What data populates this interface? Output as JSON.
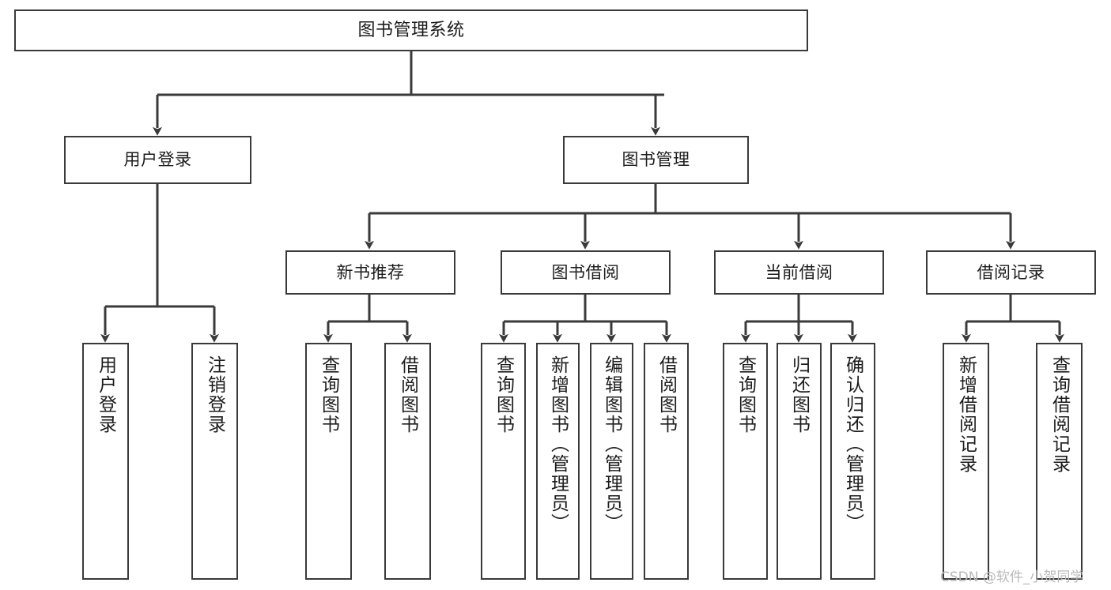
{
  "diagram": {
    "title": "图书管理系统",
    "type": "tree-hierarchy",
    "background_color": "#ffffff",
    "line_color": "#3a3a3a",
    "text_color": "#1c1c1c",
    "watermark": "CSDN @软件_小贺同学"
  },
  "nodes": {
    "root": {
      "label": "图书管理系统"
    },
    "level1": [
      {
        "label": "用户登录"
      },
      {
        "label": "图书管理"
      }
    ],
    "level2": [
      {
        "label": "新书推荐"
      },
      {
        "label": "图书借阅"
      },
      {
        "label": "当前借阅"
      },
      {
        "label": "借阅记录"
      }
    ],
    "leaves_user_login": [
      {
        "label": "用户登录"
      },
      {
        "label": "注销登录"
      }
    ],
    "leaves_new_book": [
      {
        "label": "查询图书"
      },
      {
        "label": "借阅图书"
      }
    ],
    "leaves_borrow": [
      {
        "label": "查询图书"
      },
      {
        "label": "新增图书（管理员）"
      },
      {
        "label": "编辑图书（管理员）"
      },
      {
        "label": "借阅图书"
      }
    ],
    "leaves_current": [
      {
        "label": "查询图书"
      },
      {
        "label": "归还图书"
      },
      {
        "label": "确认归还（管理员）"
      }
    ],
    "leaves_records": [
      {
        "label": "新增借阅记录"
      },
      {
        "label": "查询借阅记录"
      }
    ]
  }
}
